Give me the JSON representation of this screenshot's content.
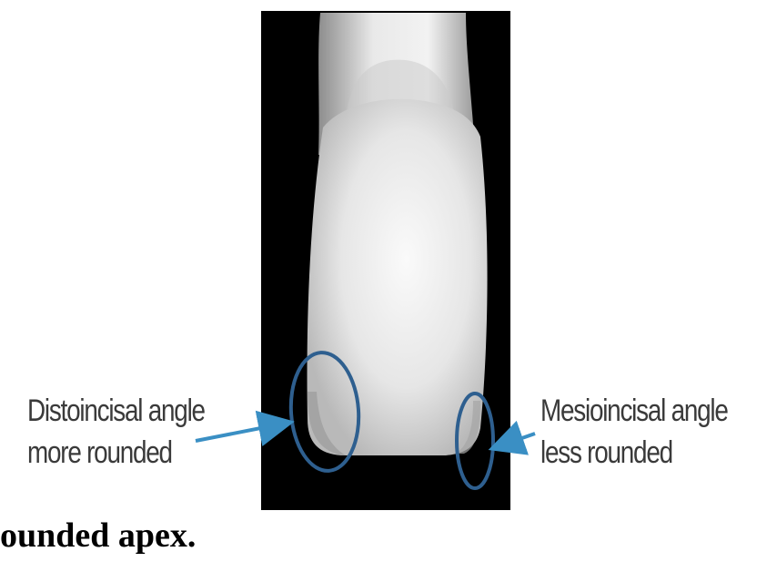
{
  "annotations": {
    "left": {
      "line1": "Distoincisal angle",
      "line2": "more rounded"
    },
    "right": {
      "line1": "Mesioincisal angle",
      "line2": "less rounded"
    }
  },
  "caption": "ounded apex.",
  "colors": {
    "background": "#ffffff",
    "image_panel": "#000000",
    "annotation_circle": "#2e5f8f",
    "arrow": "#3a8fc4",
    "caption": "#000000"
  }
}
